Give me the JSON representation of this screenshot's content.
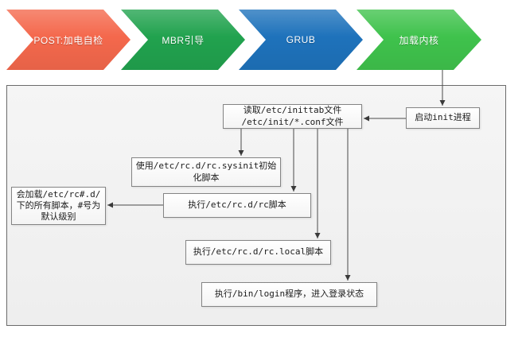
{
  "banner": {
    "steps": [
      {
        "id": "post",
        "label": "POST:加电自检",
        "color": "#f4684c"
      },
      {
        "id": "mbr",
        "label": "MBR引导",
        "color": "#21a24e"
      },
      {
        "id": "grub",
        "label": "GRUB",
        "color": "#1e72bb"
      },
      {
        "id": "kernel",
        "label": "加载内核",
        "color": "#3fc24c"
      }
    ]
  },
  "flowchart": {
    "nodes": {
      "start_init": {
        "label": "启动init进程"
      },
      "read_inittab": {
        "line1": "读取/etc/inittab文件",
        "line2": "/etc/init/*.conf文件"
      },
      "sysinit": {
        "label": "使用/etc/rc.d/rc.sysinit初始化脚本"
      },
      "rc_script": {
        "label": "执行/etc/rc.d/rc脚本"
      },
      "rc_note": {
        "label": "会加载/etc/rc#.d/下的所有脚本，#号为默认级别"
      },
      "rc_local": {
        "label": "执行/etc/rc.d/rc.local脚本"
      },
      "login": {
        "label": "执行/bin/login程序，进入登录状态"
      }
    },
    "edges": [
      {
        "from": "加载内核",
        "to": "启动init进程"
      },
      {
        "from": "启动init进程",
        "to": "读取/etc/inittab文件 /etc/init/*.conf文件"
      },
      {
        "from": "读取/etc/inittab文件",
        "to": "使用/etc/rc.d/rc.sysinit初始化脚本"
      },
      {
        "from": "读取/etc/inittab文件",
        "to": "执行/etc/rc.d/rc脚本"
      },
      {
        "from": "读取/etc/inittab文件",
        "to": "执行/etc/rc.d/rc.local脚本"
      },
      {
        "from": "读取/etc/inittab文件",
        "to": "执行/bin/login程序，进入登录状态"
      },
      {
        "from": "执行/etc/rc.d/rc脚本",
        "to": "会加载/etc/rc#.d/下的所有脚本，#号为默认级别"
      }
    ],
    "colors": {
      "panel_bg": "#f1f1f1",
      "node_bg": "#ffffff",
      "edge_color": "#4a4a4a"
    }
  }
}
